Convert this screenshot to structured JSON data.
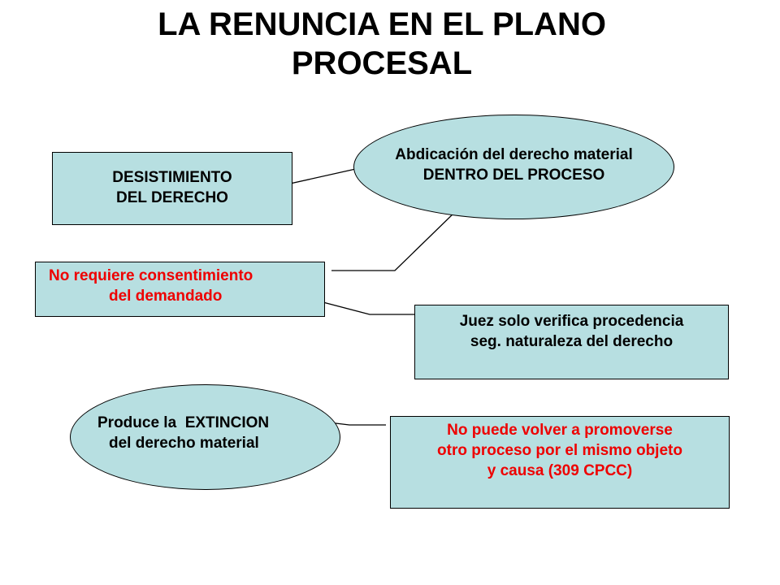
{
  "title": {
    "line1": "LA RENUNCIA EN EL PLANO",
    "line2": "PROCESAL"
  },
  "nodes": {
    "desistimiento": {
      "line1": "DESISTIMIENTO",
      "line2": "DEL DERECHO"
    },
    "abdicacion": {
      "line1": "Abdicación del derecho material",
      "line2": "DENTRO DEL PROCESO"
    },
    "no_requiere": {
      "line1": "No requiere consentimiento",
      "line2": "del demandado"
    },
    "juez": {
      "line1": "Juez solo verifica procedencia",
      "line2": "seg. naturaleza del derecho"
    },
    "produce": {
      "line1": "Produce la  EXTINCION",
      "line2": "del derecho material"
    },
    "no_puede": {
      "line1": "No puede volver a promoverse",
      "line2": "otro proceso por el mismo objeto",
      "line3": "y causa (309 CPCC)"
    }
  },
  "colors": {
    "box_fill": "#b7dfe1",
    "red_text": "#ee0000",
    "border": "#000000"
  }
}
